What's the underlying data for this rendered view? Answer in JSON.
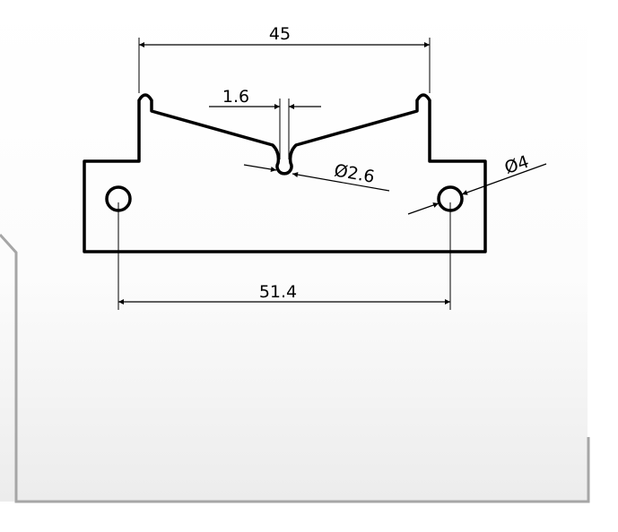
{
  "dimensions": {
    "top_width": "45",
    "slot_width": "1.6",
    "slot_end_diameter": "Ø2.6",
    "hole_diameter": "Ø4",
    "hole_spacing": "51.4"
  },
  "colors": {
    "background_top": "#ffffff",
    "background_bottom": "#ececec",
    "frame": "#a6a6a6",
    "outline": "#000000",
    "dimension_line": "#000000"
  }
}
